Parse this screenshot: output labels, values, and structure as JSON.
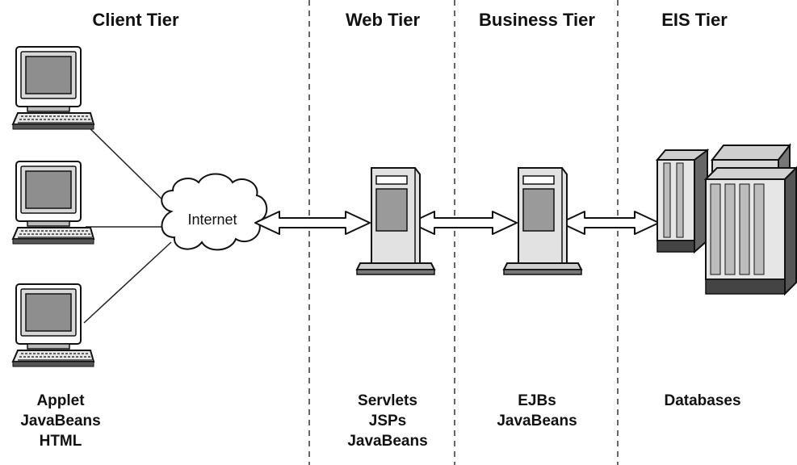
{
  "tiers": [
    {
      "title": "Client Tier",
      "tech": [
        "Applet",
        "JavaBeans",
        "HTML"
      ]
    },
    {
      "title": "Web Tier",
      "tech": [
        "Servlets",
        "JSPs",
        "JavaBeans"
      ]
    },
    {
      "title": "Business Tier",
      "tech": [
        "EJBs",
        "JavaBeans"
      ]
    },
    {
      "title": "EIS Tier",
      "tech": [
        "Databases"
      ]
    }
  ],
  "network": {
    "label": "Internet"
  }
}
